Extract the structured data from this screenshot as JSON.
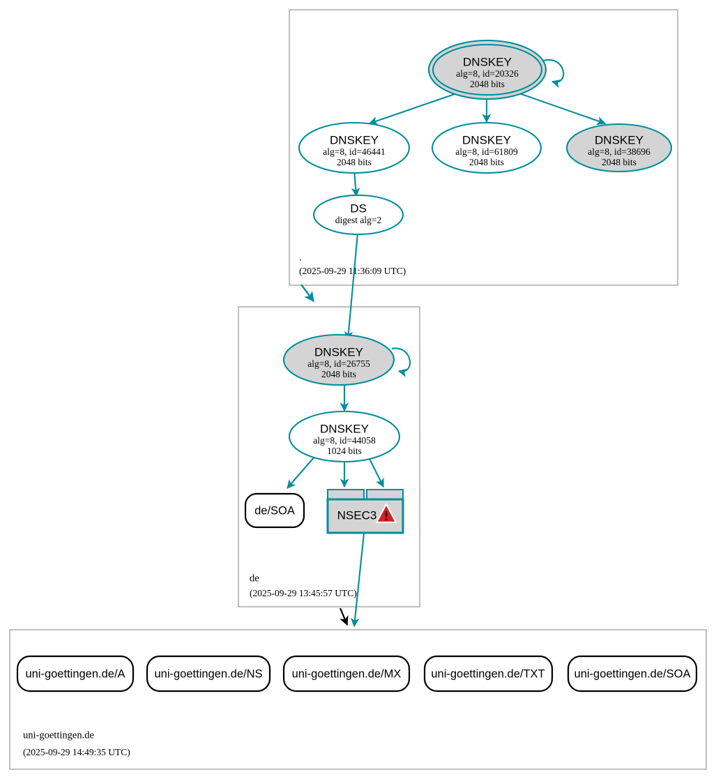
{
  "diagram": {
    "kind": "dnssec-authentication-chain",
    "colors": {
      "edge_teal": "#018d9c",
      "node_gray_fill": "#d4d4d4",
      "node_white_fill": "#ffffff",
      "zone_border": "#808080",
      "rr_border": "#000000",
      "warning_red": "#d42027"
    }
  },
  "zones": [
    {
      "id": "root",
      "name": ".",
      "timestamp": "(2025-09-29 11:36:09 UTC)",
      "nodes": [
        {
          "id": "root-ksk",
          "type": "DNSKEY",
          "title": "DNSKEY",
          "line2": "alg=8, id=20326",
          "line3": "2048 bits",
          "fill": "gray",
          "double_ring": true,
          "self_signed": true
        },
        {
          "id": "root-zsk-46441",
          "type": "DNSKEY",
          "title": "DNSKEY",
          "line2": "alg=8, id=46441",
          "line3": "2048 bits",
          "fill": "white",
          "double_ring": false,
          "self_signed": false
        },
        {
          "id": "root-zsk-61809",
          "type": "DNSKEY",
          "title": "DNSKEY",
          "line2": "alg=8, id=61809",
          "line3": "2048 bits",
          "fill": "white",
          "double_ring": false,
          "self_signed": false
        },
        {
          "id": "root-zsk-38696",
          "type": "DNSKEY",
          "title": "DNSKEY",
          "line2": "alg=8, id=38696",
          "line3": "2048 bits",
          "fill": "gray",
          "double_ring": false,
          "self_signed": false
        },
        {
          "id": "root-ds",
          "type": "DS",
          "title": "DS",
          "line2": "digest alg=2",
          "line3": "",
          "fill": "white",
          "double_ring": false,
          "self_signed": false
        }
      ]
    },
    {
      "id": "de",
      "name": "de",
      "timestamp": "(2025-09-29 13:45:57 UTC)",
      "nodes": [
        {
          "id": "de-ksk",
          "type": "DNSKEY",
          "title": "DNSKEY",
          "line2": "alg=8, id=26755",
          "line3": "2048 bits",
          "fill": "gray",
          "double_ring": false,
          "self_signed": true
        },
        {
          "id": "de-zsk",
          "type": "DNSKEY",
          "title": "DNSKEY",
          "line2": "alg=8, id=44058",
          "line3": "1024 bits",
          "fill": "white",
          "double_ring": false,
          "self_signed": false
        },
        {
          "id": "de-soa",
          "type": "RRSET",
          "title": "de/SOA",
          "fill": "white"
        },
        {
          "id": "de-nsec3",
          "type": "NSEC3",
          "title": "NSEC3",
          "fill": "gray",
          "has_warning": true,
          "warning_icon": "warning-triangle-icon",
          "stacked_records": 2
        }
      ]
    },
    {
      "id": "uni-goettingen-de",
      "name": "uni-goettingen.de",
      "timestamp": "(2025-09-29 14:49:35 UTC)",
      "nodes": [
        {
          "id": "rr-a",
          "type": "RRSET",
          "title": "uni-goettingen.de/A"
        },
        {
          "id": "rr-ns",
          "type": "RRSET",
          "title": "uni-goettingen.de/NS"
        },
        {
          "id": "rr-mx",
          "type": "RRSET",
          "title": "uni-goettingen.de/MX"
        },
        {
          "id": "rr-txt",
          "type": "RRSET",
          "title": "uni-goettingen.de/TXT"
        },
        {
          "id": "rr-soa",
          "type": "RRSET",
          "title": "uni-goettingen.de/SOA"
        }
      ]
    }
  ]
}
